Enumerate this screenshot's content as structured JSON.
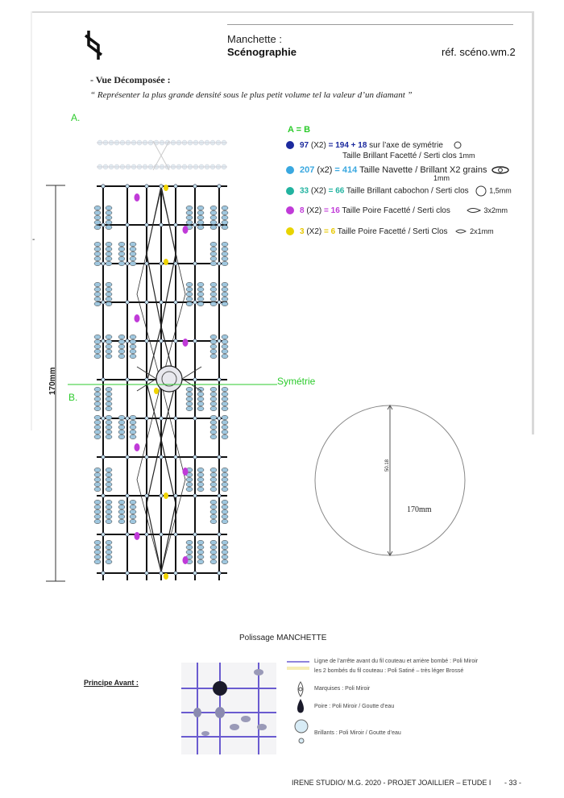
{
  "header": {
    "title_line1": "Manchette :",
    "title_line2": "Scénographie",
    "reference": "réf. scéno.wm.2"
  },
  "section": {
    "heading": "- Vue Décomposée :",
    "quote": "“ Représenter la plus grande densité sous le plus petit volume tel la valeur d’un diamant ”"
  },
  "drawing": {
    "label_a": "A.",
    "label_b": "B.",
    "symmetry_label": "Symétrie",
    "height_label": "170mm",
    "side_mark": "-"
  },
  "legend": {
    "title": "A = B",
    "items": [
      {
        "count": "97",
        "mult": " (X2) ",
        "total": "= 194 + 18",
        "text": " sur l’axe de symétrie",
        "sub": "Taille Brillant Facetté / Serti clos",
        "size": "1mm",
        "color": "#1c2a9e"
      },
      {
        "count": "207",
        "mult": " (x2) ",
        "total": "= 414",
        "text": " Taille Navette / Brillant  X2 grains",
        "sub": "1mm",
        "color": "#3aa8e0"
      },
      {
        "count": "33",
        "mult": " (X2) ",
        "total": "= 66",
        "text": " Taille Brillant cabochon / Serti clos",
        "size": "1,5mm",
        "color": "#22b3a0"
      },
      {
        "count": "8",
        "mult": " (X2) ",
        "total": "= 16",
        "text": " Taille Poire Facetté / Serti clos",
        "size": "3x2mm",
        "color": "#c03ad8"
      },
      {
        "count": "3",
        "mult": " (X2) ",
        "total": "= 6",
        "text": " Taille Poire Facetté / Serti Clos",
        "size": "2x1mm",
        "color": "#e8d400"
      }
    ]
  },
  "circle": {
    "diameter_value": "50.18",
    "label": "170mm"
  },
  "polish": {
    "title": "Polissage MANCHETTE",
    "principe": "Principe Avant :",
    "line1": "Ligne de l’arrête avant du fil couteau et arrière bombé : Poli Miroir",
    "line2": "les 2 bombés du fil couteau : Poli Satiné – très léger Brossé",
    "marquises": "Marquises : Poli Miroir",
    "poire": "Poire : Poli Miroir / Goutte d’eau",
    "brillants": "Brillants : Poli Miroir / Goutte d’eau"
  },
  "footer": {
    "text": "IRENE STUDIO/ M.G. 2020 - PROJET JOAILLIER – ETUDE I",
    "page": "- 33 -"
  }
}
